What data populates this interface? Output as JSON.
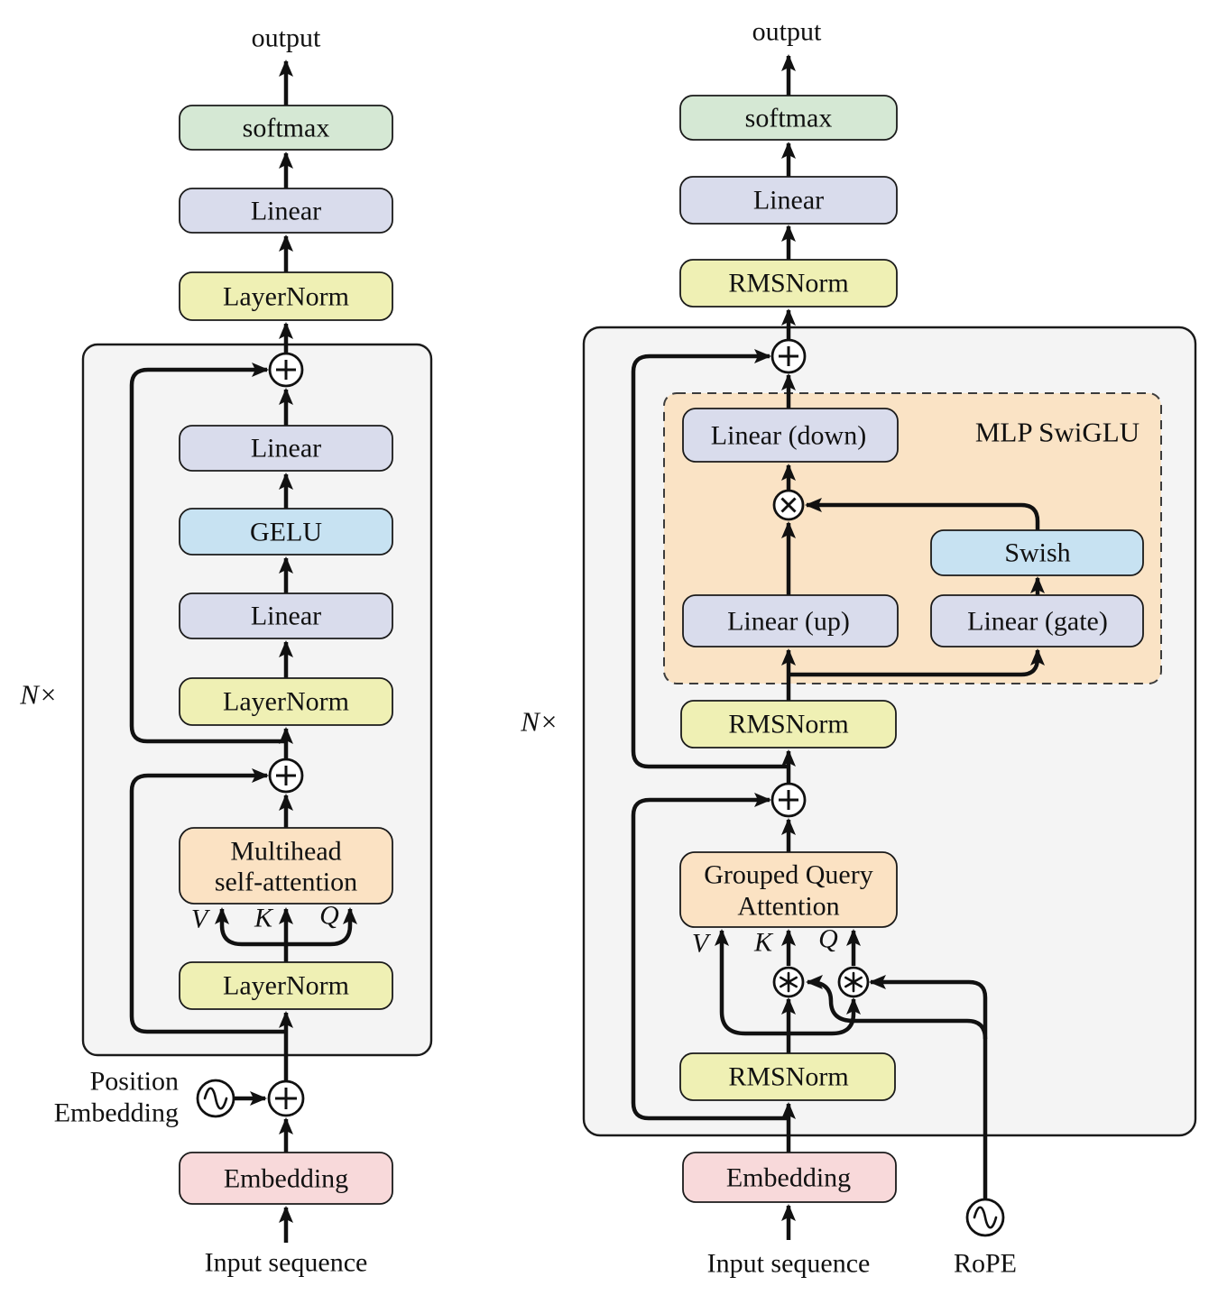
{
  "figure": {
    "left": {
      "output": "output",
      "softmax": "softmax",
      "linear_top": "Linear",
      "norm_top": "LayerNorm",
      "repeat": "N×",
      "mlp_linear2": "Linear",
      "activation": "GELU",
      "mlp_linear1": "Linear",
      "norm_mlp": "LayerNorm",
      "attn_line1": "Multihead",
      "attn_line2": "self-attention",
      "v": "V",
      "k": "K",
      "q": "Q",
      "norm_attn": "LayerNorm",
      "pos_line1": "Position",
      "pos_line2": "Embedding",
      "embedding": "Embedding",
      "input": "Input sequence"
    },
    "right": {
      "output": "output",
      "softmax": "softmax",
      "linear_top": "Linear",
      "norm_top": "RMSNorm",
      "repeat": "N×",
      "mlp_title": "MLP SwiGLU",
      "linear_down": "Linear (down)",
      "swish": "Swish",
      "linear_up": "Linear (up)",
      "linear_gate": "Linear (gate)",
      "norm_mlp": "RMSNorm",
      "attn_line1": "Grouped Query",
      "attn_line2": "Attention",
      "v": "V",
      "k": "K",
      "q": "Q",
      "norm_attn": "RMSNorm",
      "embedding": "Embedding",
      "input": "Input sequence",
      "rope": "RoPE"
    }
  },
  "colors": {
    "background": "#ffffff",
    "container_fill": "#f4f4f4",
    "green": "#d5e8d4",
    "lavender": "#d9dcec",
    "yellow": "#eff0b4",
    "blue": "#c7e2f2",
    "orange": "#fbe2c3",
    "peach_region": "#fae3c5",
    "pink": "#f8d9da",
    "white": "#ffffff"
  }
}
